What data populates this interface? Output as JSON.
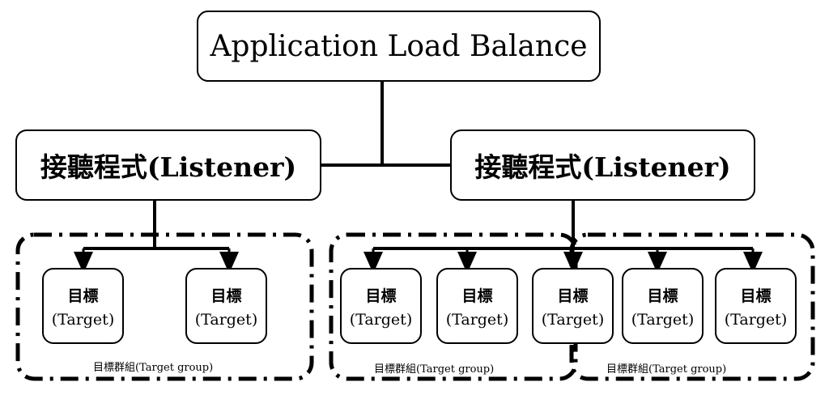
{
  "diagram": {
    "root": {
      "label": "Application Load Balance"
    },
    "listeners": [
      {
        "label": "接聽程式(Listener)"
      },
      {
        "label": "接聽程式(Listener)"
      }
    ],
    "targets": [
      {
        "name": "目標",
        "sub": "(Target)"
      },
      {
        "name": "目標",
        "sub": "(Target)"
      },
      {
        "name": "目標",
        "sub": "(Target)"
      },
      {
        "name": "目標",
        "sub": "(Target)"
      },
      {
        "name": "目標",
        "sub": "(Target)"
      },
      {
        "name": "目標",
        "sub": "(Target)"
      },
      {
        "name": "目標",
        "sub": "(Target)"
      }
    ],
    "target_groups": [
      {
        "label": "目標群組(Target group)"
      },
      {
        "label": "目標群組(Target group)"
      },
      {
        "label": "目標群組(Target group)"
      }
    ]
  }
}
